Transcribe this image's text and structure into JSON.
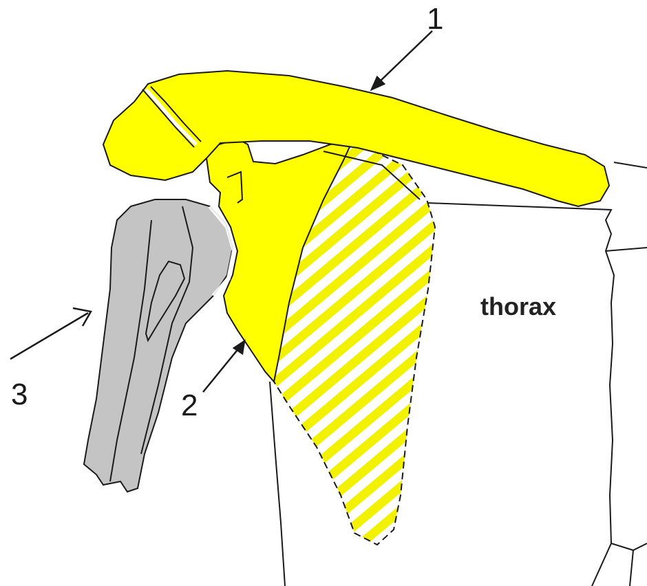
{
  "labels": {
    "one": "1",
    "two": "2",
    "three": "3",
    "thorax": "thorax"
  },
  "colors": {
    "bone_yellow": "#ffff00",
    "humerus_gray": "#c4c4c4",
    "stroke": "#1a1a1a",
    "hatch_yellow": "#f2f200"
  }
}
